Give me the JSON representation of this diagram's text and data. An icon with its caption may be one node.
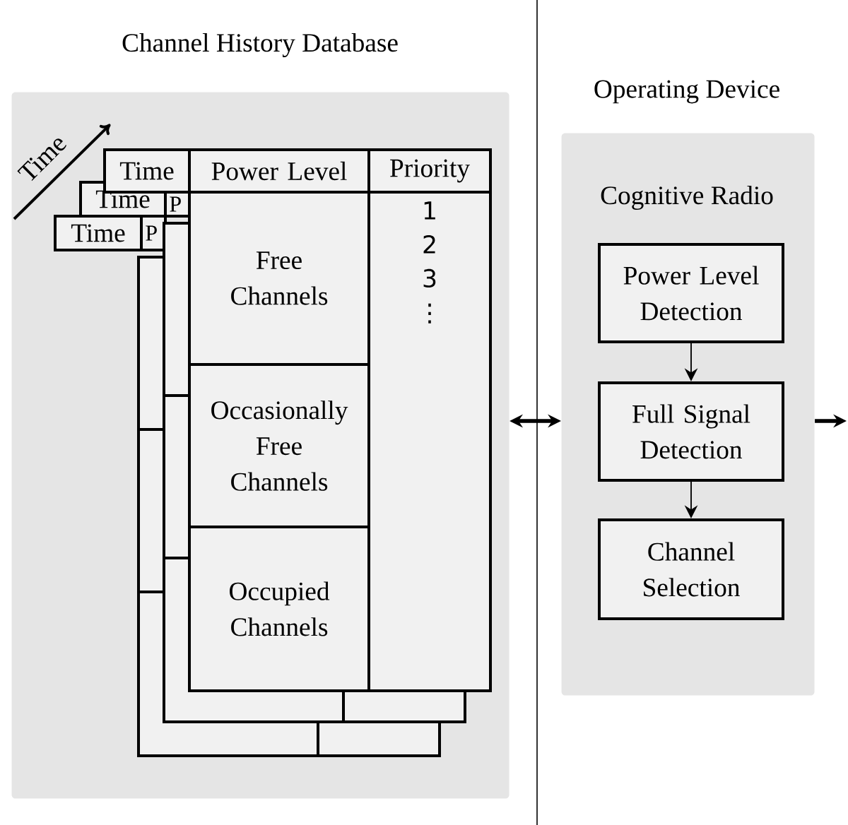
{
  "diagram": {
    "nodes": [
      {
        "text": [
          "Channel History Database"
        ]
      },
      {
        "text": [
          "Time"
        ],
        "in": 0
      },
      {
        "text": [
          "P"
        ],
        "in": 0
      },
      {
        "text": [
          "Time"
        ],
        "in": 0
      },
      {
        "text": [
          "P"
        ],
        "in": 0
      },
      {
        "text": [
          "Time"
        ],
        "in": 0
      },
      {
        "text": [
          "Power Level"
        ],
        "in": 0
      },
      {
        "text": [
          "Priority"
        ],
        "in": 0
      },
      {
        "text": [
          "Free Channels"
        ],
        "in": 0
      },
      {
        "text": [
          "Occasionally Free Channels"
        ],
        "in": 0
      },
      {
        "text": [
          "Occupied Channels"
        ],
        "in": 0
      },
      {
        "text": [
          "1",
          "2",
          "3",
          "⋮"
        ],
        "in": 0
      },
      {
        "text": [
          "Cognitive Radio"
        ]
      },
      {
        "text": [
          "Power Level Detection"
        ],
        "in": 12
      },
      {
        "text": [
          "Full Signal Detection"
        ],
        "in": 12
      },
      {
        "text": [
          "Channel Selection"
        ],
        "in": 12
      }
    ],
    "edges": [
      {
        "from": 0,
        "to": 12,
        "arrow": "both",
        "style": "thick"
      },
      {
        "from": 12,
        "to": null,
        "arrow": "to",
        "style": "thick"
      },
      {
        "from": 13,
        "to": 14,
        "arrow": "to"
      },
      {
        "from": 14,
        "to": 15,
        "arrow": "to"
      }
    ],
    "labels": [
      "Operating Device",
      "Time"
    ]
  }
}
